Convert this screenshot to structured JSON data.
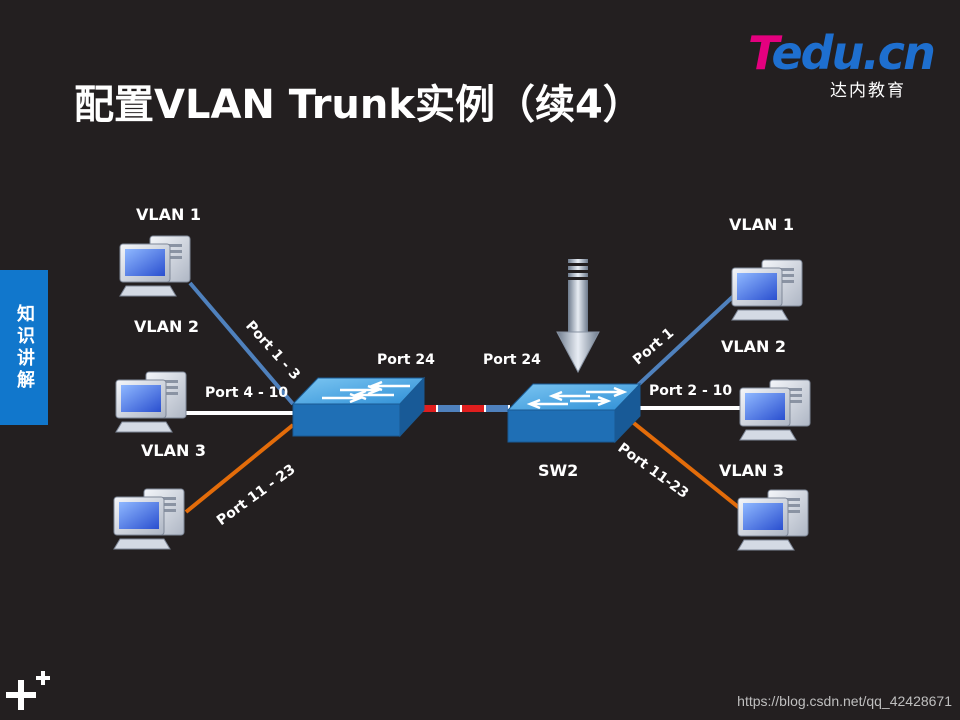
{
  "slide": {
    "title": "配置VLAN Trunk实例（续4）",
    "side_tab": "知识讲解",
    "watermark": "https://blog.csdn.net/qq_42428671"
  },
  "logo": {
    "brand_first": "T",
    "brand_rest": "edu.cn",
    "subtitle": "达内教育"
  },
  "diagram": {
    "left_vlans": [
      "VLAN 1",
      "VLAN 2",
      "VLAN 3"
    ],
    "right_vlans": [
      "VLAN 1",
      "VLAN 2",
      "VLAN 3"
    ],
    "left_ports": [
      "Port 1 - 3",
      "Port 4 - 10",
      "Port 11 - 23"
    ],
    "right_ports": [
      "Port 1",
      "Port 2 - 10",
      "Port 11-23"
    ],
    "trunk_ports": [
      "Port 24",
      "Port 24"
    ],
    "switch_right_label": "SW2",
    "colors": {
      "vlan1_link": "#4f81bd",
      "vlan2_link": "#ffffff",
      "vlan3_link": "#e36c0a",
      "switch_top": "#4aa3df",
      "switch_side": "#1f6fb5",
      "trunk_red": "#e01e1e",
      "trunk_blue": "#4f81bd"
    }
  }
}
